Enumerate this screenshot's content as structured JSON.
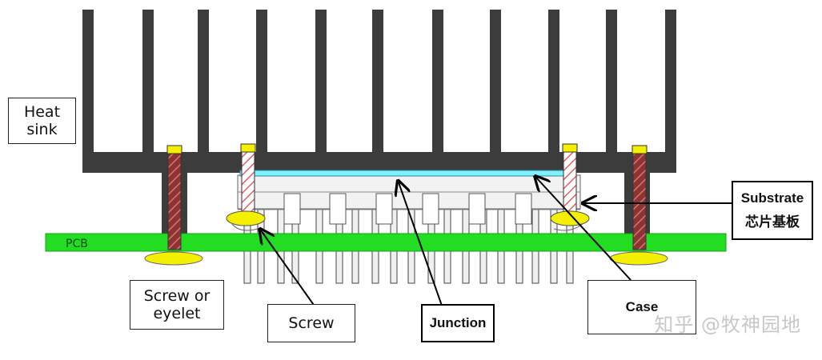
{
  "labels": {
    "heat_sink": "Heat\nsink",
    "pcb": "PCB",
    "screw_or_eyelet": "Screw or\neyelet",
    "screw": "Screw",
    "junction": "Junction",
    "case": "Case",
    "substrate_en": "Substrate",
    "substrate_cn": "芯片基板"
  },
  "watermark": "知乎 @牧神园地",
  "colors": {
    "heat_sink": "#3c3c3c",
    "pcb": "#22dd22",
    "screw_head": "#f4f000",
    "substrate": "#7ff0ff",
    "screw_body": "#7a3030",
    "pins": "#f0f0f0"
  }
}
